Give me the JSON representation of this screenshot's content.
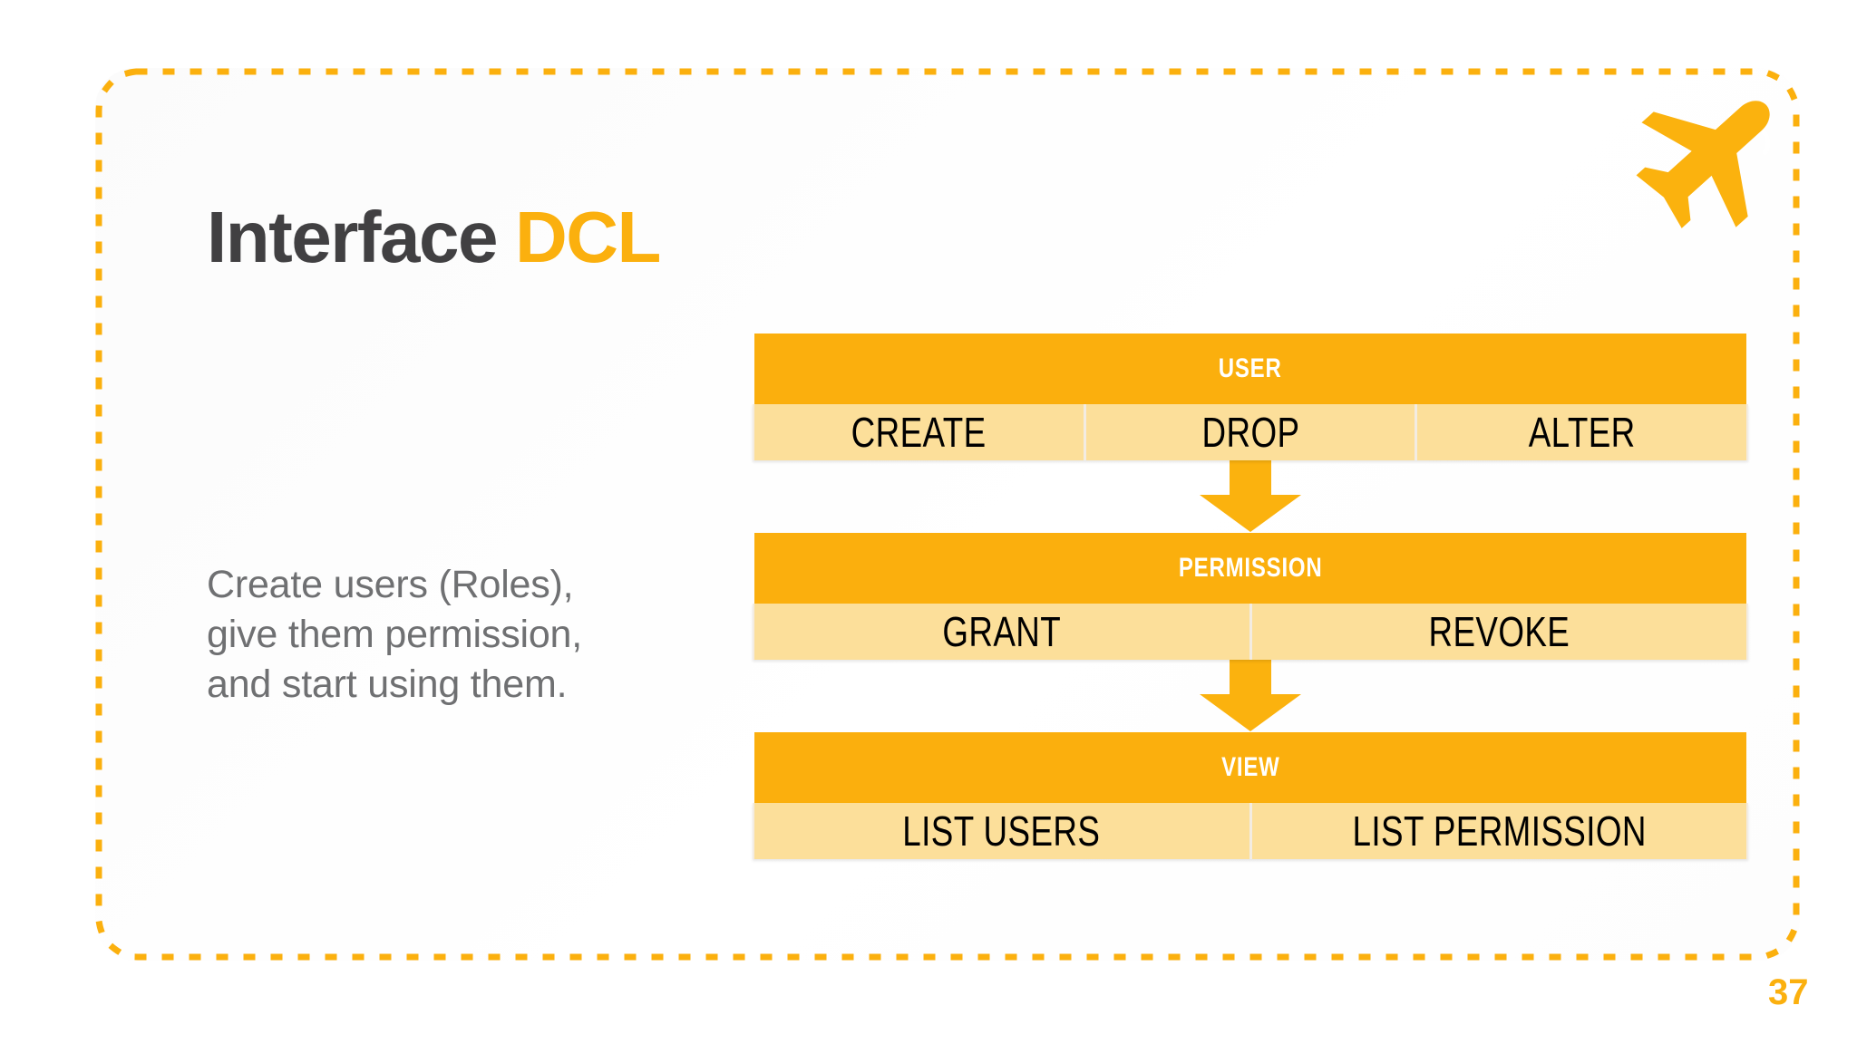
{
  "slide": {
    "title_main": "Interface",
    "title_accent": "DCL",
    "page_number": "37",
    "colors": {
      "accent": "#FBB00E",
      "header_bar": "#FBAF0D",
      "cell_fill": "#FCDF9A",
      "title_dark": "#414042",
      "body_text": "#6F7072",
      "background": "#FFFFFF"
    }
  },
  "body": {
    "line1": "Create users (Roles),",
    "line2": "give them permission,",
    "line3": "and start using them."
  },
  "diagram": {
    "blocks": [
      {
        "header": "USER",
        "cells": [
          "CREATE",
          "DROP",
          "ALTER"
        ]
      },
      {
        "header": "PERMISSION",
        "cells": [
          "GRANT",
          "REVOKE"
        ]
      },
      {
        "header": "VIEW",
        "cells": [
          "LIST USERS",
          "LIST PERMISSION"
        ]
      }
    ],
    "connectors": [
      "down-arrow",
      "down-arrow"
    ]
  },
  "decorations": {
    "plane_icon": "airplane-icon",
    "frame": "dotted-rounded-border"
  }
}
